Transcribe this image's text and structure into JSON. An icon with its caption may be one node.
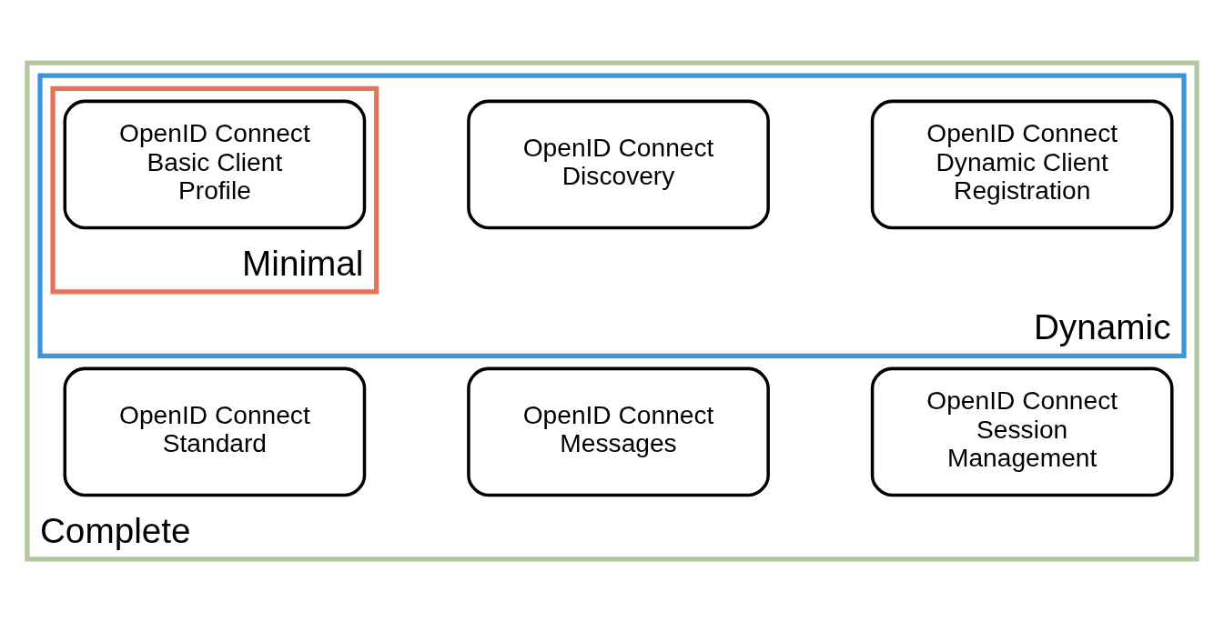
{
  "diagram": {
    "nodes": [
      {
        "text": [
          "Complete"
        ]
      },
      {
        "text": [
          "Dynamic"
        ],
        "in": 0
      },
      {
        "text": [
          "Minimal"
        ],
        "in": 1
      },
      {
        "text": [
          "OpenID Connect Basic Client Profile"
        ],
        "in": 2
      },
      {
        "text": [
          "OpenID Connect Discovery"
        ],
        "in": 1
      },
      {
        "text": [
          "OpenID Connect Dynamic Client Registration"
        ],
        "in": 1
      },
      {
        "text": [
          "OpenID Connect Standard"
        ],
        "in": 0
      },
      {
        "text": [
          "OpenID Connect Messages"
        ],
        "in": 0
      },
      {
        "text": [
          "OpenID Connect Session Management"
        ],
        "in": 0
      }
    ]
  }
}
